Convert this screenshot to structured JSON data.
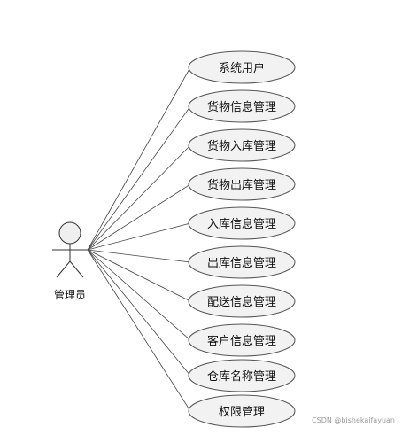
{
  "actor": {
    "label": "管理员"
  },
  "use_cases": [
    {
      "label": "系统用户"
    },
    {
      "label": "货物信息管理"
    },
    {
      "label": "货物入库管理"
    },
    {
      "label": "货物出库管理"
    },
    {
      "label": "入库信息管理"
    },
    {
      "label": "出库信息管理"
    },
    {
      "label": "配送信息管理"
    },
    {
      "label": "客户信息管理"
    },
    {
      "label": "仓库名称管理"
    },
    {
      "label": "权限管理"
    }
  ],
  "watermark": "CSDN @bishekaifayuan"
}
